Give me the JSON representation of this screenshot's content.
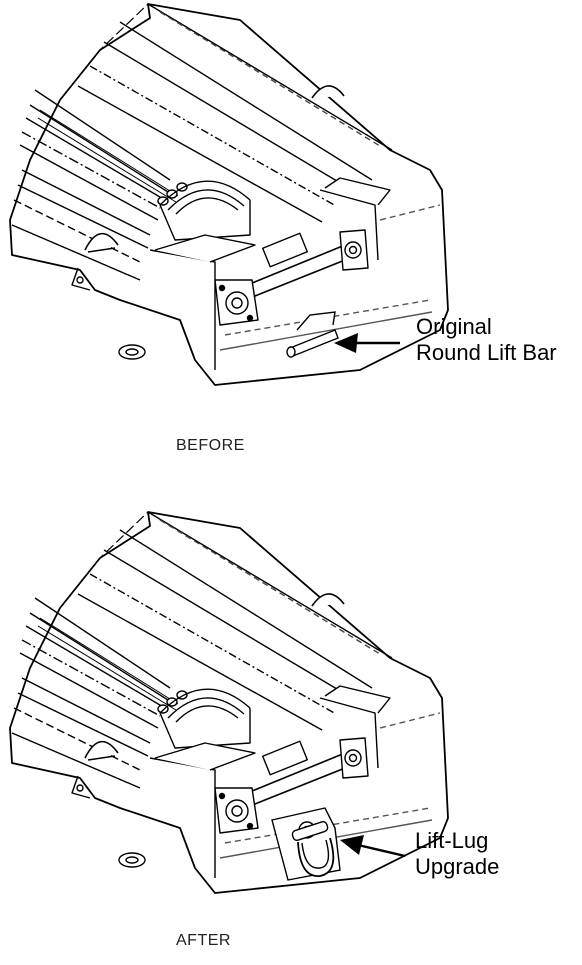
{
  "figures": [
    {
      "caption": "BEFORE",
      "callout": {
        "line1": "Original",
        "line2": "Round Lift Bar"
      }
    },
    {
      "caption": "AFTER",
      "callout": {
        "line1": "Lift-Lug",
        "line2": "Upgrade"
      }
    }
  ],
  "colors": {
    "ink": "#000000",
    "paper": "#ffffff",
    "grey": "#888888"
  }
}
